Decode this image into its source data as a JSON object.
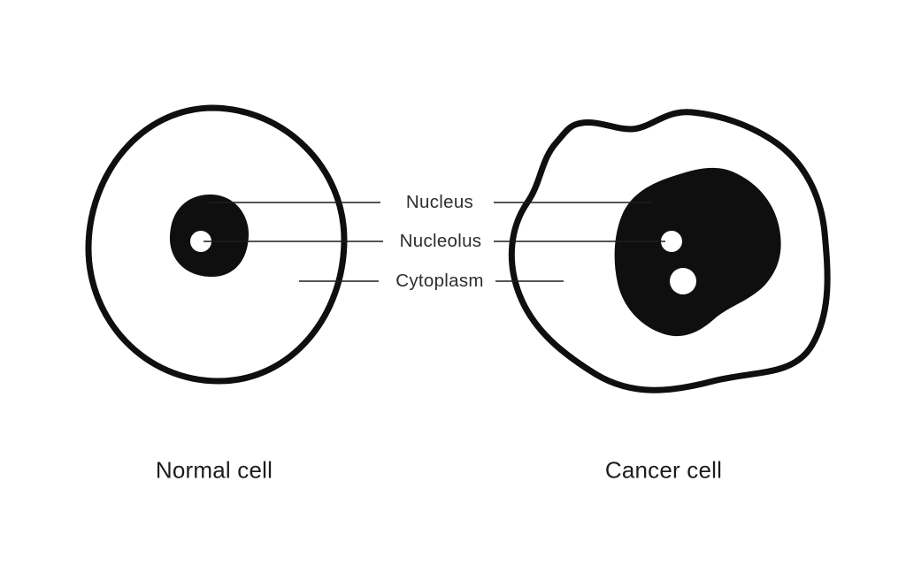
{
  "diagram": {
    "type": "cell-comparison-illustration",
    "titles": {
      "left": "Normal cell",
      "right": "Cancer cell"
    },
    "labels": {
      "nucleus": "Nucleus",
      "nucleolus": "Nucleolus",
      "cytoplasm": "Cytoplasm"
    },
    "colors": {
      "background": "#ffffff",
      "ink": "#0f0f0f",
      "leader_line": "#1f1f1f",
      "label_text": "#2e2e2e",
      "title_text": "#1c1c1c"
    }
  }
}
